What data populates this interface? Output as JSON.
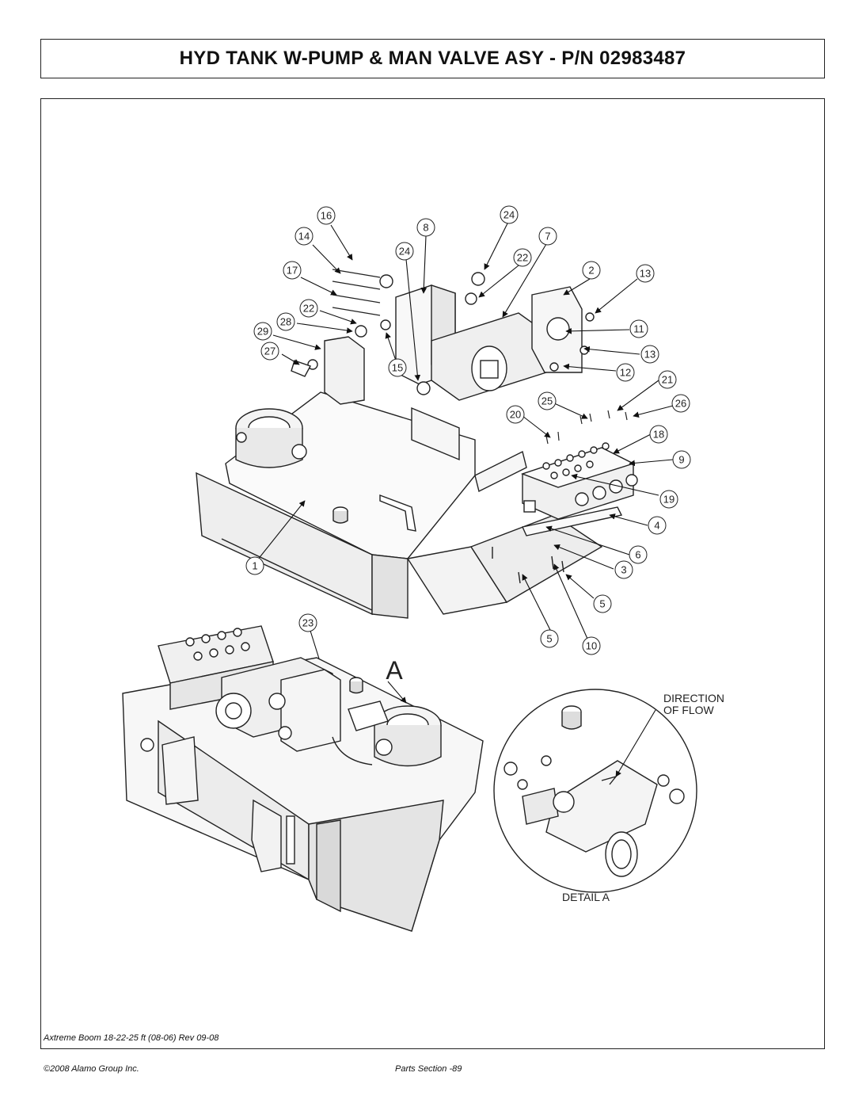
{
  "title": "HYD TANK W-PUMP & MAN VALVE ASY - P/N 02983487",
  "callouts": {
    "c16": "16",
    "c8": "8",
    "c24a": "24",
    "c14": "14",
    "c24b": "24",
    "c7": "7",
    "c22a": "22",
    "c17": "17",
    "c2": "2",
    "c13a": "13",
    "c22b": "22",
    "c28": "28",
    "c29": "29",
    "c11": "11",
    "c27": "27",
    "c15": "15",
    "c13b": "13",
    "c12": "12",
    "c21": "21",
    "c25": "25",
    "c26": "26",
    "c20": "20",
    "c18": "18",
    "c9": "9",
    "c19": "19",
    "c4": "4",
    "c6": "6",
    "c1": "1",
    "c3": "3",
    "c5a": "5",
    "c23": "23",
    "c5b": "5",
    "c10": "10"
  },
  "detail": {
    "marker": "A",
    "direction_line1": "DIRECTION",
    "direction_line2": "OF FLOW",
    "label": "DETAIL A"
  },
  "footer": {
    "model": "Axtreme Boom 18-22-25 ft (08-06) Rev 09-08",
    "copyright": "©2008 Alamo Group Inc.",
    "page": "Parts Section -89"
  }
}
